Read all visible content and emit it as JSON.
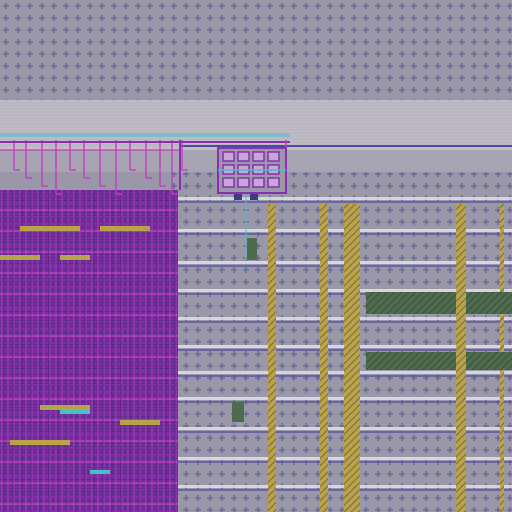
{
  "app": {
    "kind": "ic-layout-viewer",
    "view": "zoomed-layout-region"
  },
  "colors": {
    "substrate": "#9a97a8",
    "fill_grid_mark": "#5b5a8c",
    "metal1_purple": "#8a2fb0",
    "metal2_magenta": "#c23cc4",
    "poly_yellow": "#b8a24a",
    "diffusion_green": "#4f6b4e",
    "via_cyan": "#47c0c8",
    "rail_blue": "#4b4aa0",
    "rail_white": "#e2e0ea",
    "dense_logic_base": "#5a2f88",
    "channel_band": "#c0bcc6"
  },
  "layout": {
    "regions": [
      {
        "name": "upper-fill-area",
        "pattern": "plus-grid"
      },
      {
        "name": "routing-channel",
        "pattern": "horizontal-band"
      },
      {
        "name": "dense-standard-cells",
        "pattern": "high-density-metal"
      },
      {
        "name": "cell-rows-array",
        "pattern": "plus-grid-rows"
      }
    ],
    "row_count": 11,
    "poly_column_count": 6,
    "diffusion_bars": 2
  }
}
